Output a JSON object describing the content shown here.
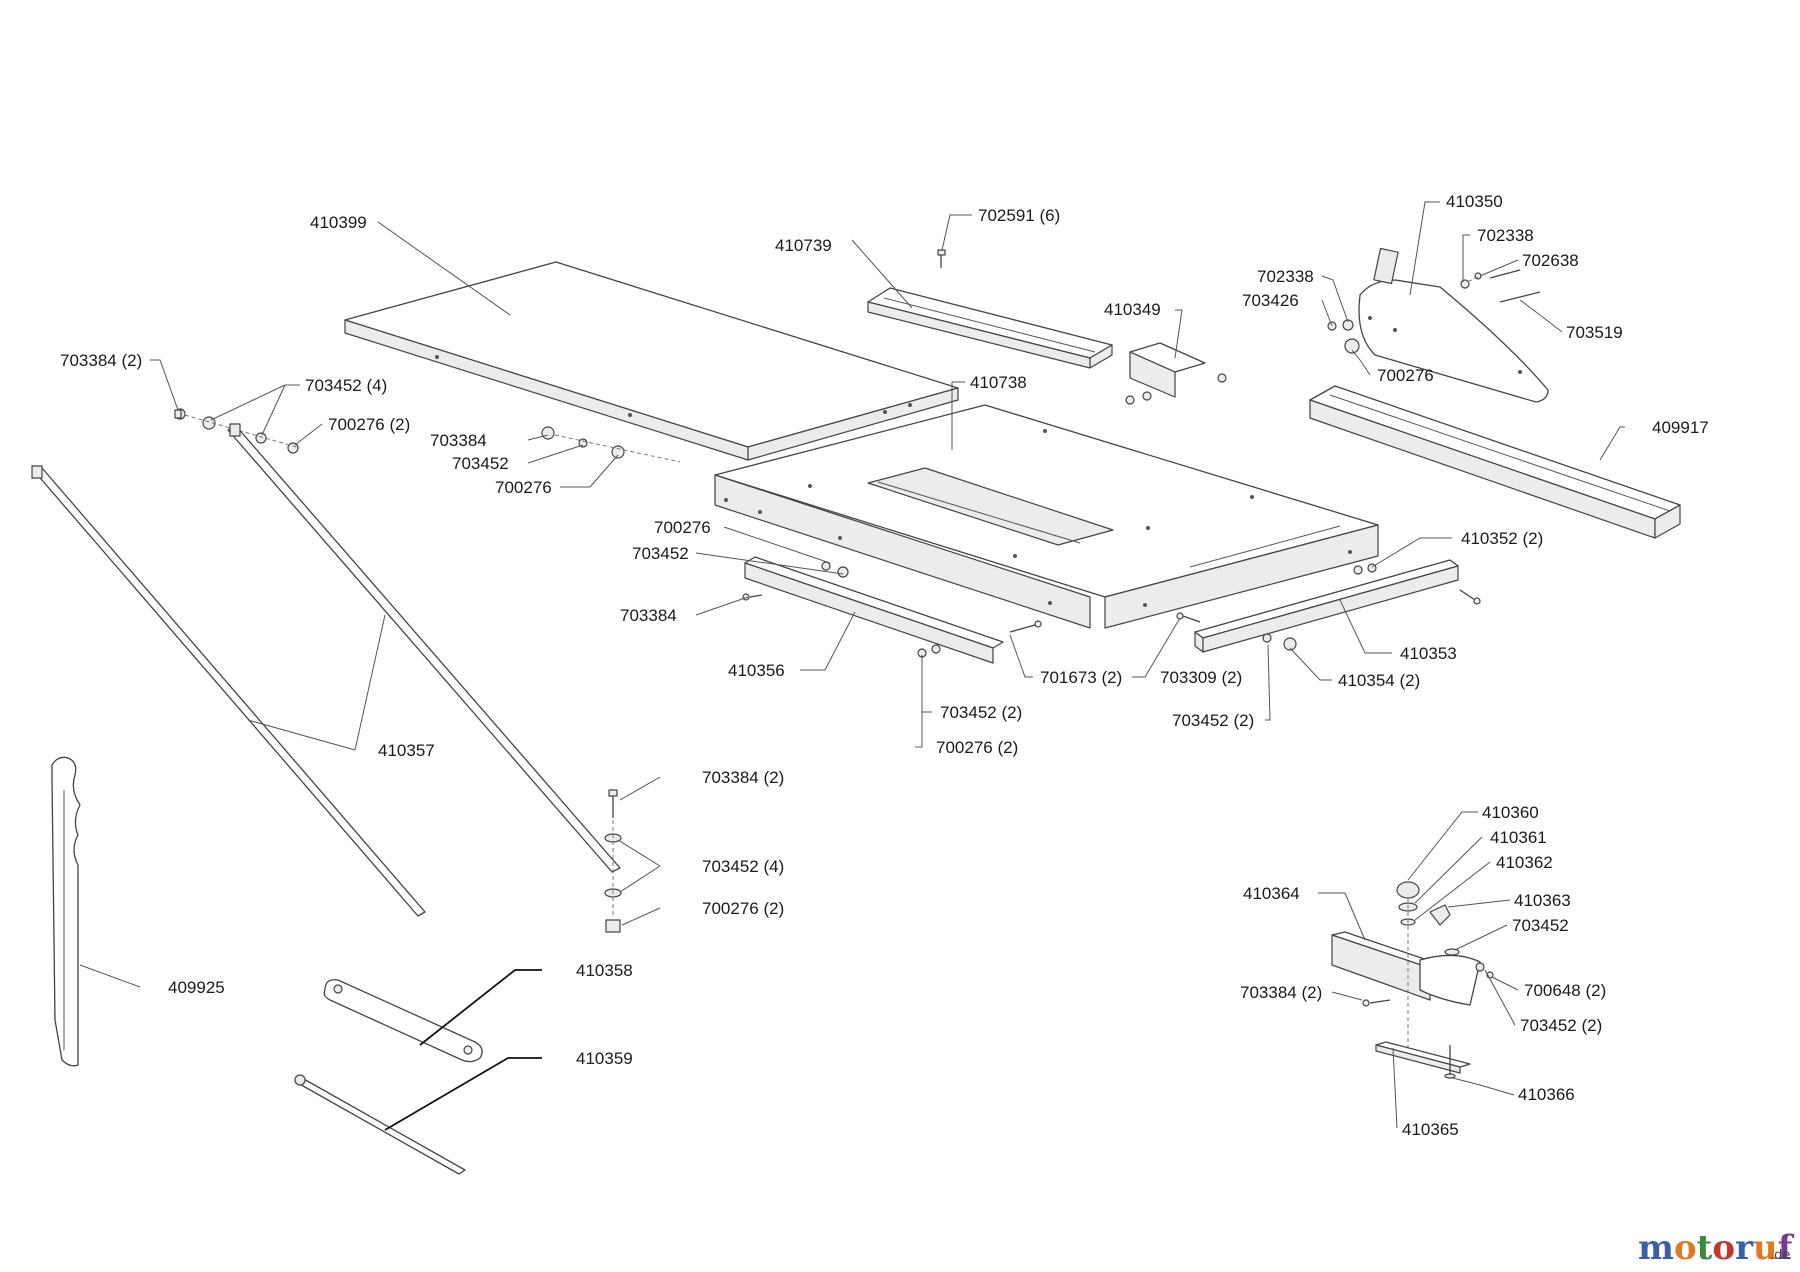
{
  "labels": {
    "l410399": "410399",
    "l410739": "410739",
    "l702591": "702591 (6)",
    "l410350": "410350",
    "l702338a": "702338",
    "l702638": "702638",
    "l702338b": "702338",
    "l703426": "703426",
    "l410349": "410349",
    "l703519": "703519",
    "l700276a": "700276",
    "l410738": "410738",
    "l409917": "409917",
    "l703384a": "703384 (2)",
    "l703452a": "703452 (4)",
    "l700276b": "700276 (2)",
    "l703384b": "703384",
    "l703452b": "703452",
    "l700276c": "700276",
    "l700276d": "700276",
    "l703452c": "703452",
    "l703384c": "703384",
    "l410356": "410356",
    "l410352": "410352 (2)",
    "l410353": "410353",
    "l701673": "701673 (2)",
    "l703309": "703309 (2)",
    "l410354": "410354 (2)",
    "l703452d": "703452 (2)",
    "l703452e": "703452 (2)",
    "l700276e": "700276 (2)",
    "l410357": "410357",
    "l703384d": "703384 (2)",
    "l703452f": "703452 (4)",
    "l700276f": "700276 (2)",
    "l409925": "409925",
    "l410358": "410358",
    "l410359": "410359",
    "l410360": "410360",
    "l410361": "410361",
    "l410362": "410362",
    "l410364": "410364",
    "l410363": "410363",
    "l703452g": "703452",
    "l703384e": "703384 (2)",
    "l700648": "700648 (2)",
    "l703452h": "703452 (2)",
    "l410366": "410366",
    "l410365": "410365"
  },
  "watermark": {
    "brand_colored": "motoruf",
    "suffix": ".de",
    "colors": [
      "#3a5fa8",
      "#e07a20",
      "#3a8a3a",
      "#c8352e",
      "#3a5fa8",
      "#e07a20",
      "#7a3a9a"
    ]
  }
}
